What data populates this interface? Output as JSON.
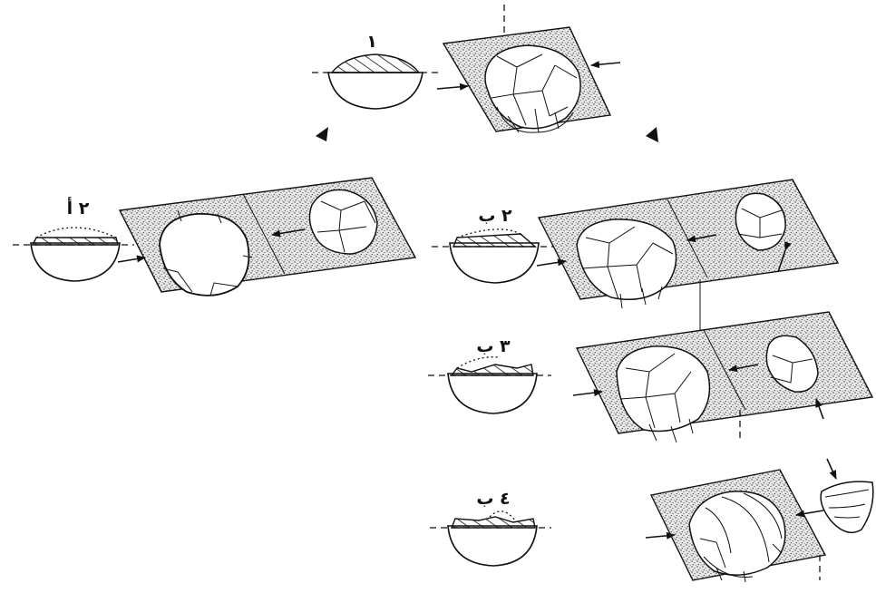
{
  "labels": {
    "step1": "١",
    "step2a": "٢ أ",
    "step2b": "٢ ب",
    "step3b": "٣ ب",
    "step4b": "٤ ب"
  }
}
